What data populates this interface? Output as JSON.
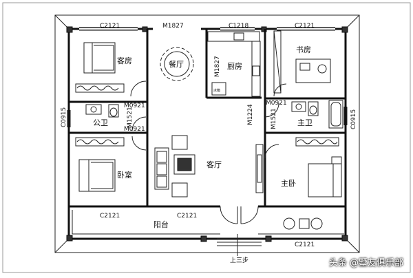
{
  "rooms": {
    "guest_room": "客房",
    "dining_room": "餐厅",
    "kitchen": "厨房",
    "study": "书房",
    "public_bath": "公卫",
    "master_bath": "主卫",
    "bedroom": "卧室",
    "living_room": "客厅",
    "master_bedroom": "主卧",
    "balcony": "阳台"
  },
  "labels": {
    "c2121_top_left": "C2121",
    "m1827_top": "M1827",
    "c1218_top": "C1218",
    "c2121_top_right": "C2121",
    "m1827_kitchen": "M1827",
    "m0921_guest": "M0921",
    "m1521_bath": "M1521",
    "m0921_bedroom": "M0921",
    "c0915_left": "C0915",
    "c0915_right": "C0915",
    "m0921_master_bath": "M0921",
    "m1224": "M1224",
    "m1521_master": "M1521",
    "c2121_bottom_left": "C2121",
    "c2121_bottom_mid": "C2121",
    "c2121_bottom_right": "C2121",
    "steps": "上三步",
    "fridge": "冰箱"
  },
  "watermark": "头条 @墅友俱乐部"
}
